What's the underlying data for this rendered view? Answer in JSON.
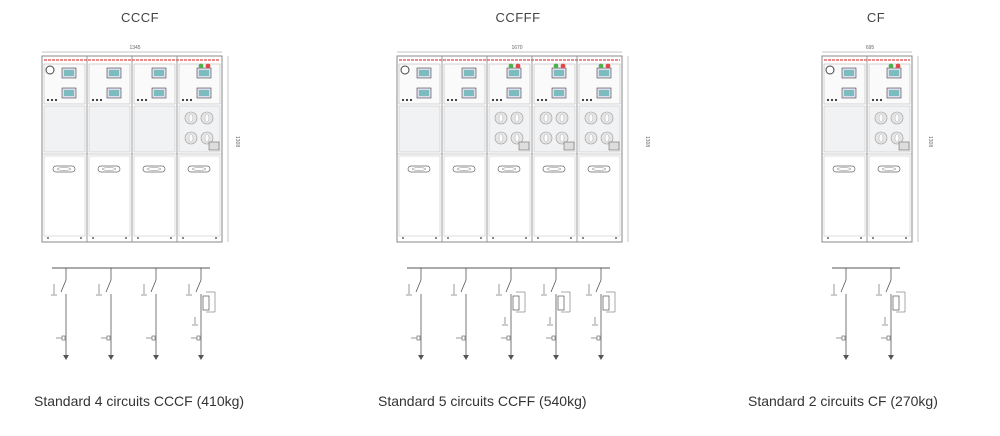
{
  "configurations": [
    {
      "title": "CCCF",
      "width_label": "1345",
      "height_label": "1308",
      "caption": "Standard 4 circuits CCCF (410kg)",
      "units": [
        "C",
        "C",
        "C",
        "F"
      ]
    },
    {
      "title": "CCFFF",
      "width_label": "1670",
      "height_label": "1308",
      "caption": "Standard 5 circuits CCFF (540kg)",
      "units": [
        "C",
        "C",
        "F",
        "F",
        "F"
      ]
    },
    {
      "title": "CF",
      "width_label": "695",
      "height_label": "1308",
      "caption": "Standard 2 circuits CF (270kg)",
      "units": [
        "C",
        "F"
      ]
    }
  ],
  "colors": {
    "cabinet_outline": "#8a8a8a",
    "panel_fill": "#f1f2f3",
    "busbar_red": "#e04848",
    "indicator_green": "#4caf50",
    "accent_teal": "#3aa7a0"
  }
}
